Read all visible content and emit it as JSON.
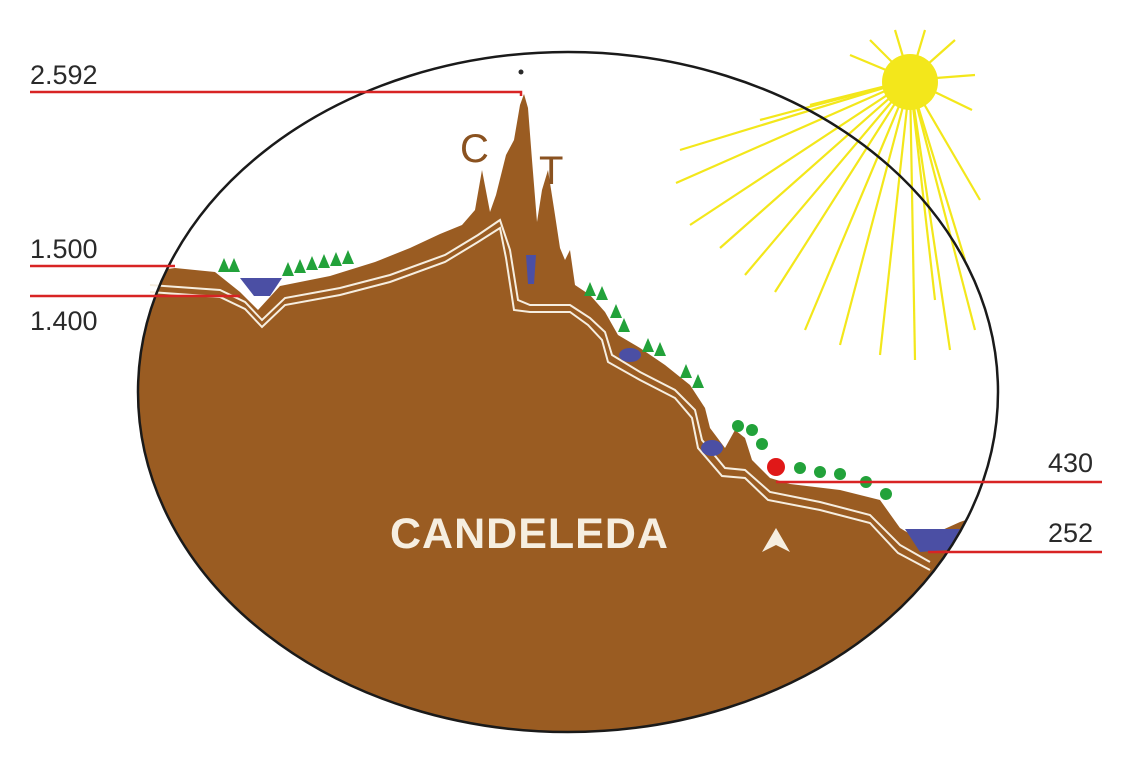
{
  "diagram": {
    "altitudes": {
      "peak": "2.592",
      "upper": "1.500",
      "lower": "1.400",
      "town": "430",
      "river": "252"
    },
    "peaks": {
      "left": "C",
      "right": "T"
    },
    "town_name": "CANDELEDA",
    "colors": {
      "terrain": "#9a5c22",
      "water": "#4b4fa4",
      "trees": "#22a23a",
      "sun": "#f3e71b",
      "marker_lines": "#d82424",
      "town_marker": "#e01818",
      "outline": "#1a1a1a"
    }
  }
}
